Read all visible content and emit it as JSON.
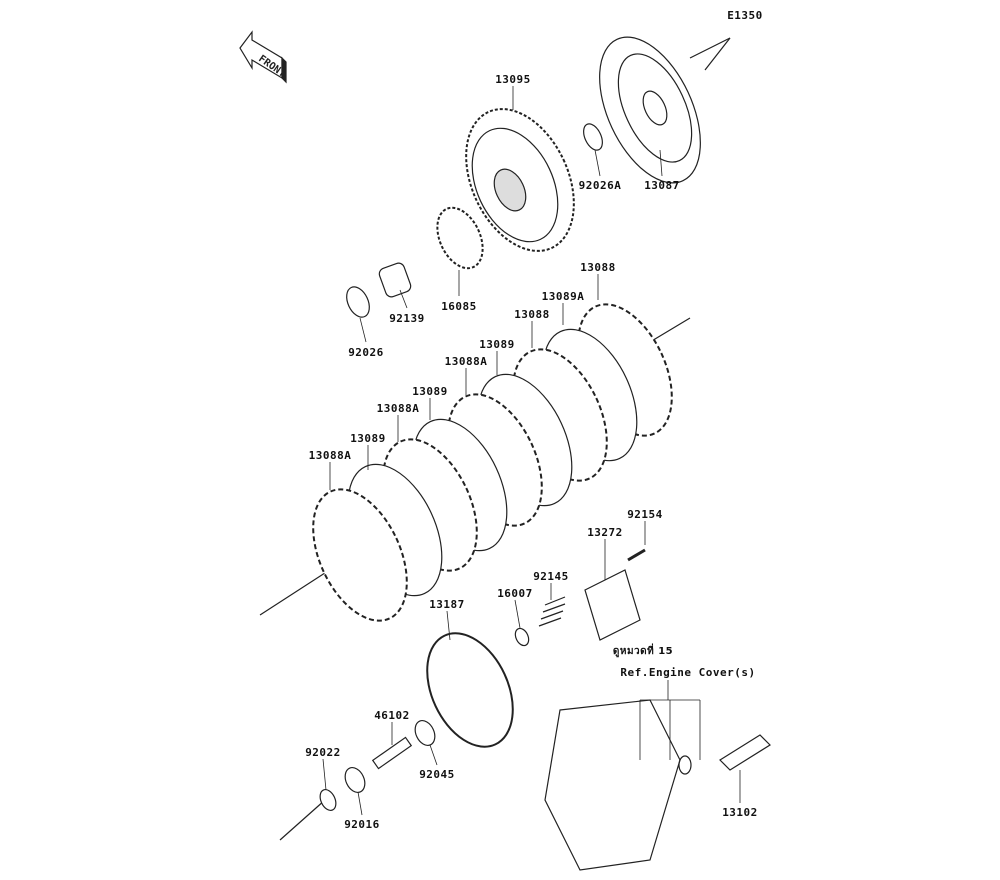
{
  "diagram_code": "E1350",
  "front_logo": "FRONT",
  "labels": {
    "p13095": "13095",
    "p92026A": "92026A",
    "p13087": "13087",
    "p16085": "16085",
    "p92139": "92139",
    "p92026": "92026",
    "p13088a": "13088",
    "p13089A": "13089A",
    "p13088b": "13088",
    "p13089a": "13089",
    "p13088Aa": "13088A",
    "p13089b": "13089",
    "p13088Ab": "13088A",
    "p13089c": "13089",
    "p13088Ac": "13088A",
    "p92154": "92154",
    "p13272": "13272",
    "p92145": "92145",
    "p16007": "16007",
    "p13187": "13187",
    "p46102": "46102",
    "p92045": "92045",
    "p92022": "92022",
    "p92016": "92016",
    "p13102": "13102"
  },
  "reference": {
    "thai": "ดูหมวดที่ 15",
    "text": "Ref.Engine Cover(s)"
  }
}
